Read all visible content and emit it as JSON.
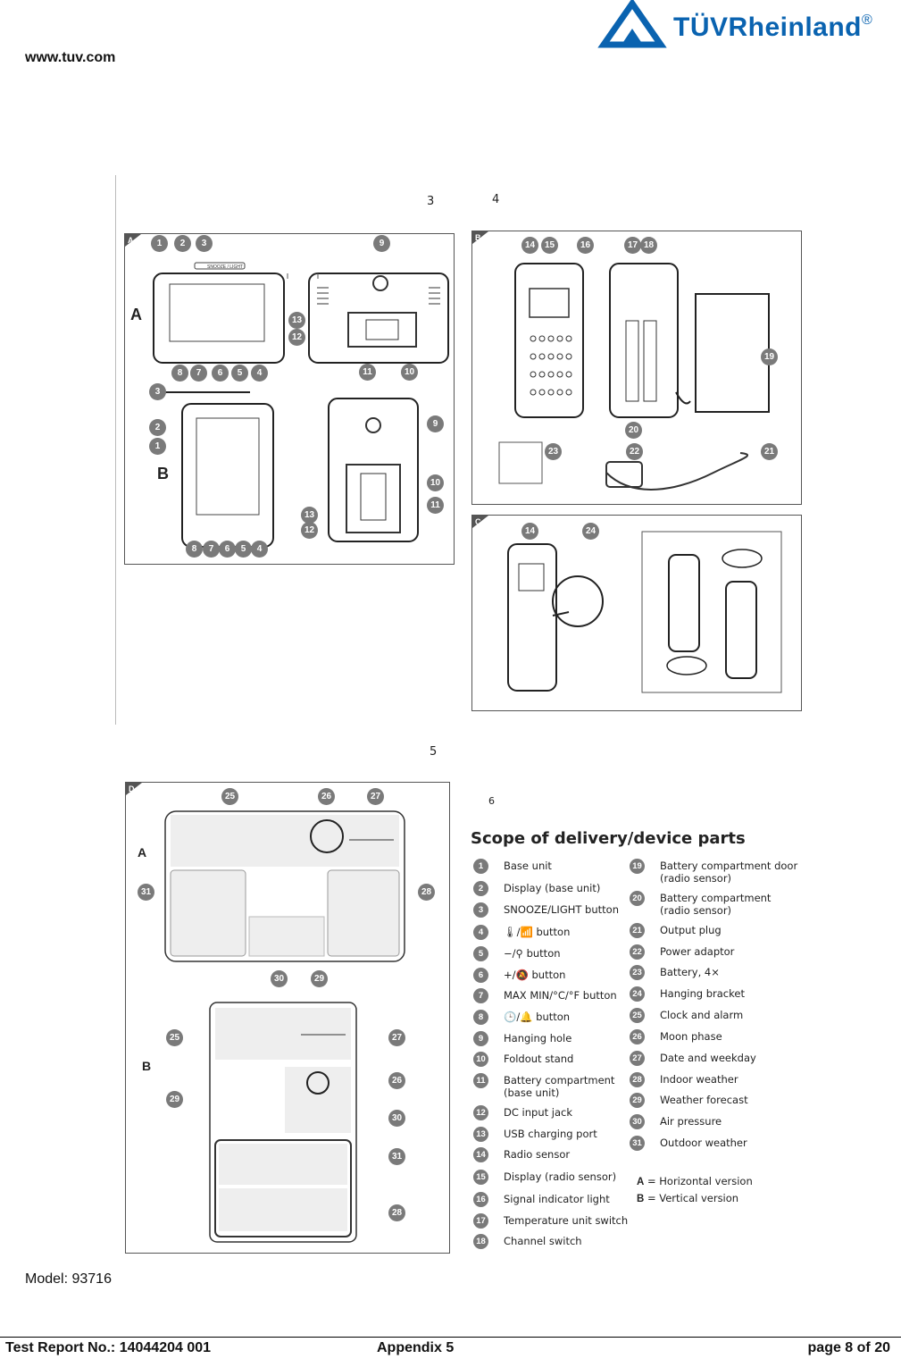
{
  "header": {
    "url": "www.tuv.com",
    "logo_text": "TÜVRheinland",
    "logo_registered": "®",
    "brand_color": "#0a63b0"
  },
  "page_numbers": [
    "3",
    "4",
    "5",
    "6"
  ],
  "panels": {
    "A": {
      "tag": "A",
      "version_letters": [
        "A",
        "B"
      ],
      "button_label": "SNOOZE / LIGHT",
      "callouts_horizontal": [
        "1",
        "2",
        "3",
        "9",
        "13",
        "12",
        "8",
        "7",
        "6",
        "5",
        "4",
        "11",
        "10"
      ],
      "callouts_vertical": [
        "3",
        "2",
        "1",
        "9",
        "10",
        "11",
        "13",
        "12",
        "8",
        "7",
        "6",
        "5",
        "4"
      ]
    },
    "B": {
      "tag": "B",
      "callouts": [
        "14",
        "15",
        "16",
        "17",
        "18",
        "19",
        "20",
        "23",
        "22",
        "21"
      ]
    },
    "C": {
      "tag": "C",
      "callouts": [
        "14",
        "24"
      ]
    },
    "D": {
      "tag": "D",
      "version_letters": [
        "A",
        "B"
      ],
      "callouts_horizontal": [
        "25",
        "26",
        "27",
        "31",
        "28",
        "30",
        "29"
      ],
      "callouts_vertical": [
        "25",
        "27",
        "29",
        "26",
        "30",
        "31",
        "28"
      ]
    }
  },
  "scope": {
    "title": "Scope of delivery/device parts",
    "items_left": [
      {
        "n": "1",
        "label": "Base unit"
      },
      {
        "n": "2",
        "label": "Display (base unit)"
      },
      {
        "n": "3",
        "label": "SNOOZE/LIGHT button"
      },
      {
        "n": "4",
        "label": "🌡/📶 button"
      },
      {
        "n": "5",
        "label": "−/⚲ button"
      },
      {
        "n": "6",
        "label": "+/🔕 button"
      },
      {
        "n": "7",
        "label": "MAX MIN/°C/°F button"
      },
      {
        "n": "8",
        "label": "🕒/🔔 button"
      },
      {
        "n": "9",
        "label": "Hanging hole"
      },
      {
        "n": "10",
        "label": "Foldout stand"
      },
      {
        "n": "11",
        "label": "Battery compartment",
        "label2": "(base unit)"
      },
      {
        "n": "12",
        "label": "DC input jack"
      },
      {
        "n": "13",
        "label": "USB charging port"
      },
      {
        "n": "14",
        "label": "Radio sensor"
      },
      {
        "n": "15",
        "label": "Display (radio sensor)"
      },
      {
        "n": "16",
        "label": "Signal indicator light"
      },
      {
        "n": "17",
        "label": "Temperature unit switch"
      },
      {
        "n": "18",
        "label": "Channel switch"
      }
    ],
    "items_right": [
      {
        "n": "19",
        "label": "Battery compartment door",
        "label2": "(radio sensor)"
      },
      {
        "n": "20",
        "label": "Battery compartment",
        "label2": "(radio sensor)"
      },
      {
        "n": "21",
        "label": "Output plug"
      },
      {
        "n": "22",
        "label": "Power adaptor"
      },
      {
        "n": "23",
        "label": "Battery, 4×"
      },
      {
        "n": "24",
        "label": "Hanging bracket"
      },
      {
        "n": "25",
        "label": "Clock and alarm"
      },
      {
        "n": "26",
        "label": "Moon phase"
      },
      {
        "n": "27",
        "label": "Date and weekday"
      },
      {
        "n": "28",
        "label": "Indoor weather"
      },
      {
        "n": "29",
        "label": "Weather forecast"
      },
      {
        "n": "30",
        "label": "Air pressure"
      },
      {
        "n": "31",
        "label": "Outdoor weather"
      }
    ],
    "versions": [
      {
        "letter": "A",
        "text": " = Horizontal version"
      },
      {
        "letter": "B",
        "text": " = Vertical version"
      }
    ]
  },
  "model": "Model: 93716",
  "footer": {
    "report": "Test Report No.: 14044204 001",
    "appendix": "Appendix 5",
    "page": "page 8 of 20"
  }
}
